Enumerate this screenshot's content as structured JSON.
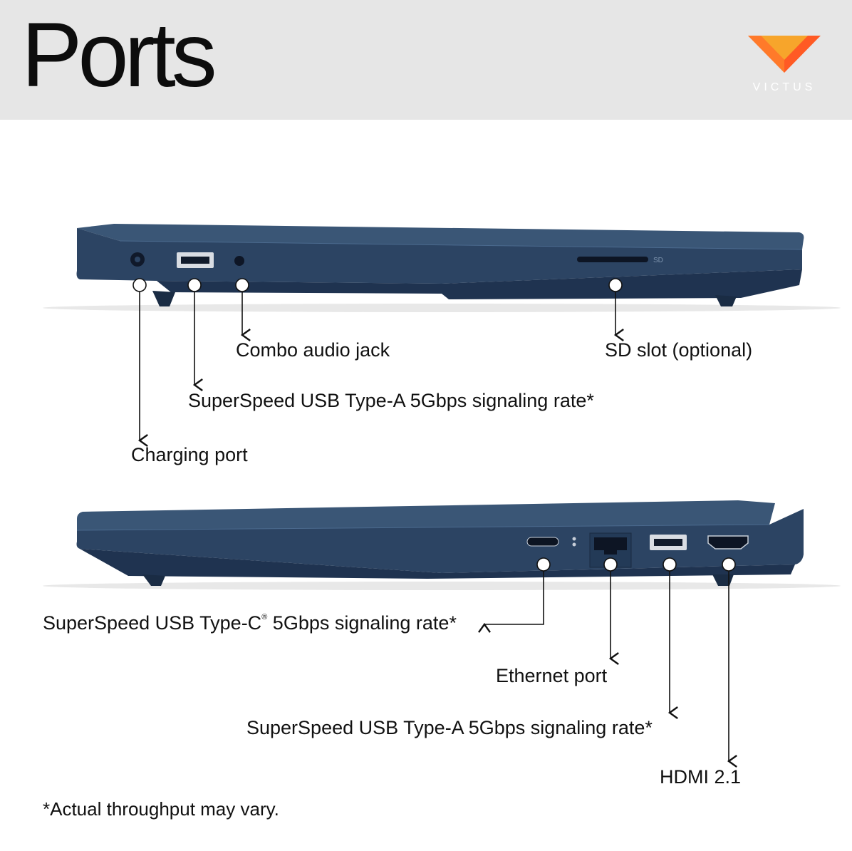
{
  "header": {
    "title": "Ports",
    "brand": "VICTUS",
    "brand_colors": {
      "top": "#ff6a2a",
      "bottom": "#f5a623",
      "text": "#ffffff"
    }
  },
  "left_side": {
    "labels": {
      "combo_audio": "Combo audio jack",
      "sd_slot": "SD slot (optional)",
      "usb_a": "SuperSpeed USB Type-A 5Gbps signaling rate*",
      "charging": "Charging port"
    },
    "port_marks": {
      "sd": "SD"
    }
  },
  "right_side": {
    "labels": {
      "usb_c_main": "SuperSpeed USB Type-C",
      "usb_c_reg": "®",
      "usb_c_tail": " 5Gbps signaling rate*",
      "ethernet": "Ethernet port",
      "usb_a": "SuperSpeed USB Type-A 5Gbps signaling rate*",
      "hdmi": "HDMI 2.1"
    }
  },
  "footnote": "*Actual throughput may vary.",
  "colors": {
    "chassis": "#2c4463",
    "chassis_dark": "#1f3350",
    "header_bg": "#e6e6e6"
  }
}
